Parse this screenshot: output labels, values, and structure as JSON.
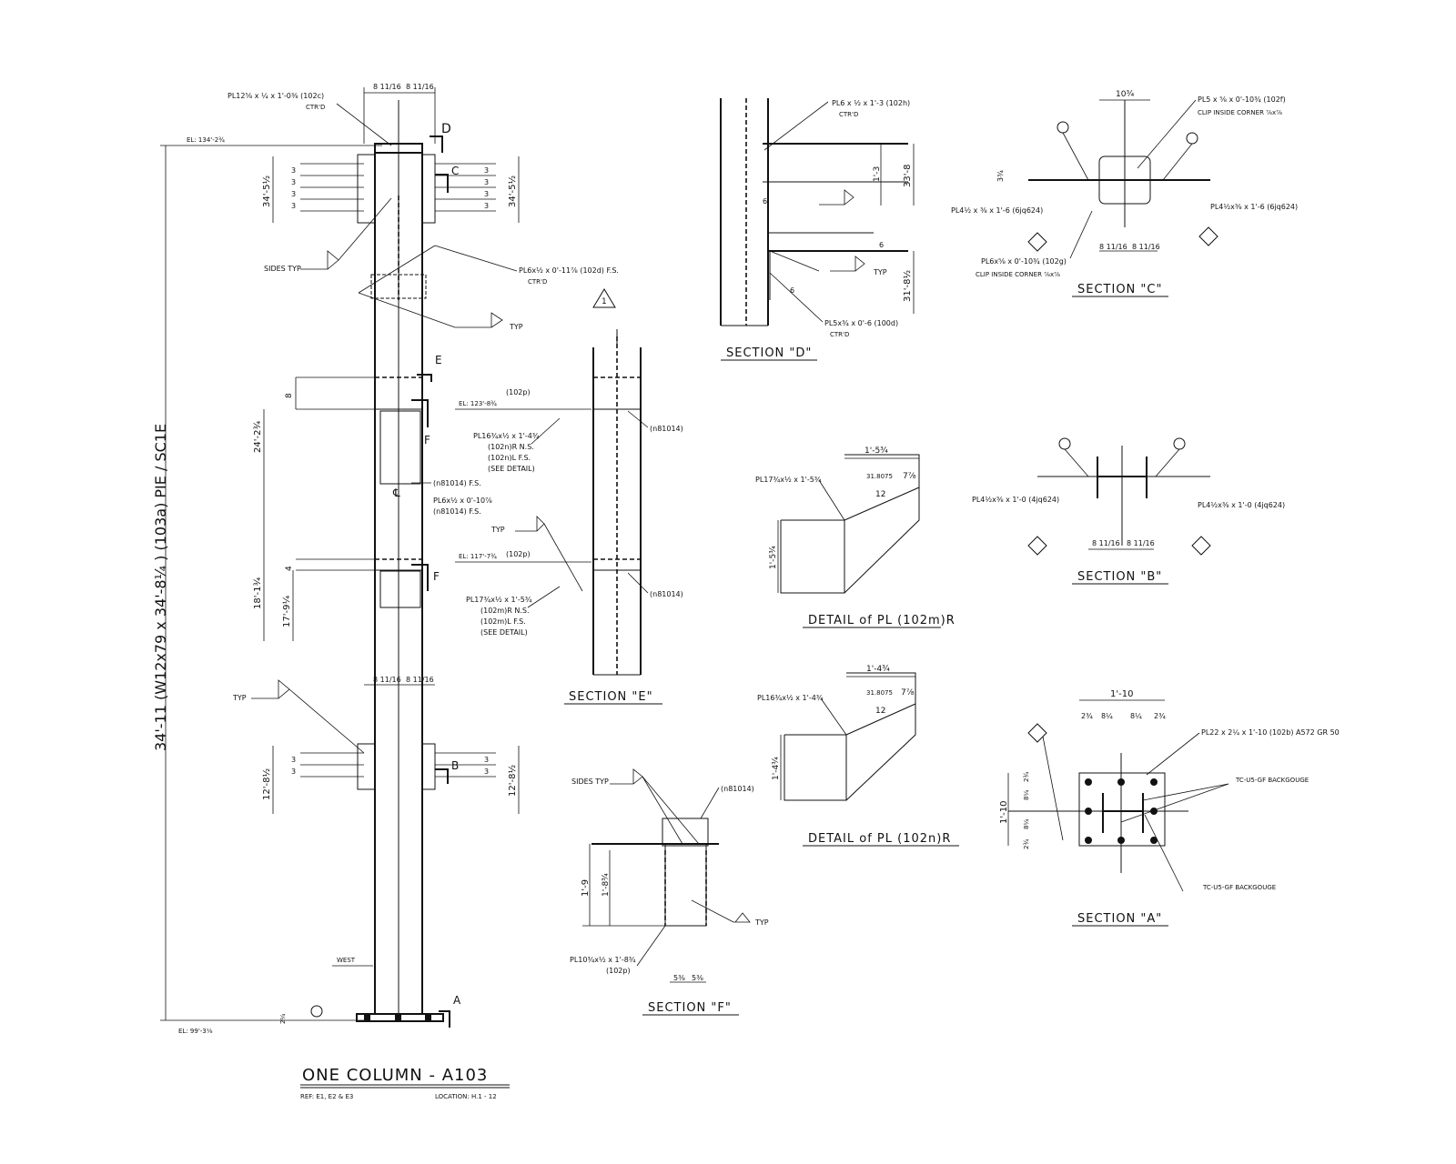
{
  "column": {
    "title": "ONE COLUMN - A103",
    "ref": "REF: E1, E2 & E3",
    "location": "LOCATION: H.1 - 12",
    "member": "34'-11 (W12x79 x 34'-8¼ ) (103a) PIE / SC1E",
    "el_top": "EL: 134'-2¾",
    "el_bottom": "EL: 99'-3⅛",
    "el_123": "EL: 123'-8¾",
    "el_117": "EL: 117'-7¾",
    "west": "WEST",
    "plate_102c": "PL12⅝ x ¼ x 1'-0⅜ (102c)",
    "ctrd_1": "CTR'D",
    "plate_102d": "PL6x½ x 0'-11⅞ (102d) F.S.",
    "ctrd_2": "CTR'D",
    "sides_typ": "SIDES TYP",
    "typ_quarter": "TYP",
    "plate_102m": "PL16¾x½ x 1'-4¾",
    "n102n_ns": "(102n)R N.S.",
    "n102n_fs": "(102n)L F.S.",
    "see_detail_1": "(SEE DETAIL)",
    "n81014_fs": "(n81014) F.S.",
    "plate_6x": "PL6x½ x 0'-10⅞",
    "n81014_fs2": "(n81014) F.S.",
    "plate_17": "PL17¾x½ x 1'-5¾",
    "n102m_ns": "(102m)R N.S.",
    "n102m_fs": "(102m)L F.S.",
    "see_detail_2": "(SEE DETAIL)",
    "typ_side": "TYP",
    "typ_mid": "TYP",
    "dim_top_a": "8 11/16",
    "dim_top_b": "8 11/16",
    "dim_mid_a": "8 11/16",
    "dim_mid_b": "8 11/16",
    "dim_34_5": "34'-5½",
    "dim_34_5r": "34'-5½",
    "dim_24": "24'-2¾",
    "dim_8": "8",
    "dim_4": "4",
    "dim_18": "18'-1¾",
    "dim_17": "17'-9¼",
    "dim_12l": "12'-8½",
    "dim_12r": "12'-8½",
    "dim_2": "2¼",
    "bolt_3": "3",
    "mark_d": "D",
    "mark_c": "C",
    "mark_e": "E",
    "mark_f1": "F",
    "mark_f2": "F",
    "mark_b": "B",
    "mark_a": "A",
    "rev": "1"
  },
  "section_e": {
    "title": "SECTION \"E\"",
    "label_102p_a": "(102p)",
    "label_102p_b": "(102p)",
    "label_n81014_a": "(n81014)",
    "label_n81014_b": "(n81014)"
  },
  "section_d": {
    "title": "SECTION \"D\"",
    "plate_102h": "PL6 x ½ x 1'-3 (102h)",
    "ctrd_a": "CTR'D",
    "plate_100d": "PL5x¾ x 0'-6 (100d)",
    "ctrd_b": "CTR'D",
    "dim_1_3": "1'-3",
    "dim_33_8": "33'-8",
    "dim_31_8": "31'-8½",
    "dim_6a": "6",
    "dim_6b": "6",
    "dim_6c": "6",
    "typ": "TYP"
  },
  "section_c": {
    "title": "SECTION \"C\"",
    "plate_102f": "PL5 x ⅝ x 0'-10¾ (102f)",
    "clip_a": "CLIP INSIDE CORNER ⅞x⅞",
    "plate_102g": "PL6x⅝ x 0'-10¾ (102g)",
    "clip_b": "CLIP INSIDE CORNER ⅞x⅞",
    "stiff_left": "PL4½ x ⅜ x 1'-6 (6jq624)",
    "stiff_right": "PL4½x⅜ x 1'-6 (6jq624)",
    "dim_10": "10¾",
    "dim_w_a": "8 11/16",
    "dim_w_b": "8 11/16",
    "dim_3_3": "3¾"
  },
  "section_b": {
    "title": "SECTION \"B\"",
    "stiff_left": "PL4½x⅜ x 1'-0 (4jq624)",
    "stiff_right": "PL4½x⅜ x 1'-0 (4jq624)",
    "dim_w_a": "8 11/16",
    "dim_w_b": "8 11/16"
  },
  "section_a": {
    "title": "SECTION \"A\"",
    "plate_102b": "PL22 x 2¼ x 1'-10 (102b) A572 GR 50",
    "weld_a": "TC-U5-GF BACKGOUGE",
    "weld_b": "TC-U5-GF BACKGOUGE",
    "dim_1_10a": "1'-10",
    "dim_1_10b": "1'-10",
    "dim_top": [
      "2¾",
      "8¼",
      "8¼",
      "2¾"
    ],
    "dim_left": [
      "2¾",
      "8¼",
      "8¼",
      "2¾"
    ]
  },
  "section_f": {
    "title": "SECTION \"F\"",
    "sides_typ": "SIDES TYP",
    "plate_102p": "PL10¾x½ x 1'-8¾",
    "n102p": "(102p)",
    "n81014": "(n81014)",
    "dim_1_9": "1'-9",
    "dim_1_8": "1'-8¾",
    "dim_5a": "5⅜",
    "dim_5b": "5⅜",
    "typ": "TYP"
  },
  "detail_m": {
    "title": "DETAIL of PL (102m)R",
    "plate": "PL17¾x½ x 1'-5¾",
    "dim_top": "1'-5¾",
    "dim_side": "1'-5¾",
    "angle": "31.8075",
    "run": "12",
    "rise": "7⅞"
  },
  "detail_n": {
    "title": "DETAIL of PL (102n)R",
    "plate": "PL16¾x½ x 1'-4¾",
    "dim_top": "1'-4¾",
    "dim_side": "1'-4¾",
    "angle": "31.8075",
    "run": "12",
    "rise": "7⅞"
  }
}
